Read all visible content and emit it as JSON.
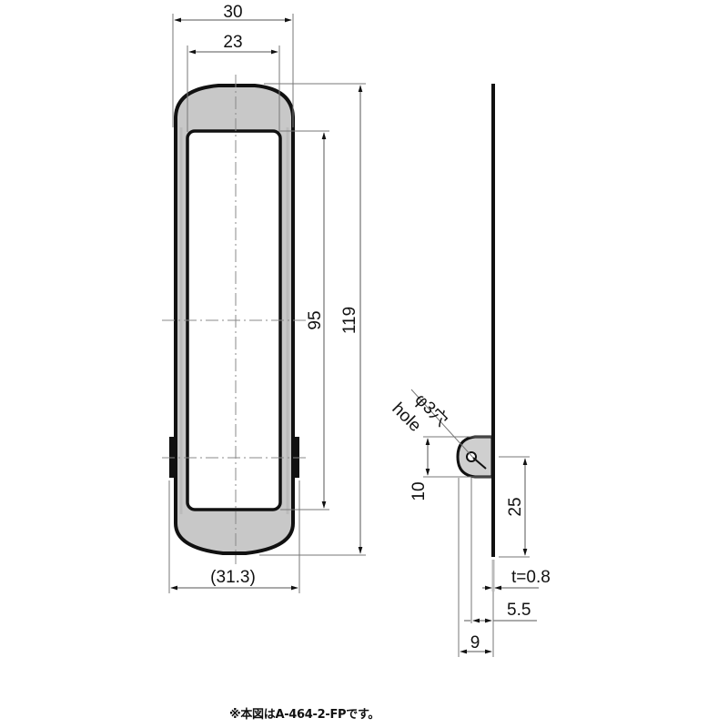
{
  "drawing": {
    "front_view": {
      "dimensions": {
        "overall_width": "30",
        "inner_width": "23",
        "inner_height": "95",
        "overall_height": "119",
        "bottom_width": "(31.3)"
      }
    },
    "side_view": {
      "hole_label_jp": "φ3穴",
      "hole_label_en": "hole",
      "dimensions": {
        "hole_offset": "10",
        "tab_length": "25",
        "thickness": "t=0.8",
        "depth_inner": "5.5",
        "depth_outer": "9"
      }
    },
    "note": "※本図はA-464-2-FPです。"
  },
  "colors": {
    "line": "#111111",
    "fill": "#c8c8c8",
    "dim_line": "#777777"
  }
}
